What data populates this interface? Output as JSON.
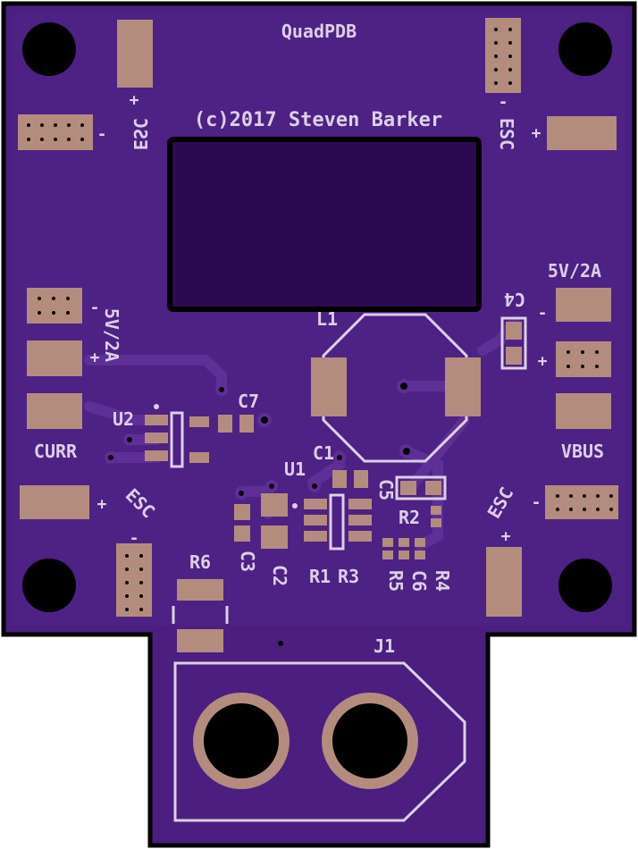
{
  "board": {
    "title": "QuadPDB",
    "copyright": "(c)2017 Steven Barker",
    "colors": {
      "outline": "#000000",
      "board": "#4b1e80",
      "copper": "#5a2b8c",
      "pad": "#b48c7e",
      "silkscreen": "#dcd0e6",
      "hole": "#000000"
    }
  },
  "labels": {
    "esc": "ESC",
    "plus": "+",
    "minus": "-",
    "reg_5v": "5V/2A",
    "curr": "CURR",
    "vbus": "VBUS"
  },
  "designators": {
    "L1": "L1",
    "C1": "C1",
    "C2": "C2",
    "C3": "C3",
    "C4": "C4",
    "C5": "C5",
    "C6": "C6",
    "C7": "C7",
    "U1": "U1",
    "U2": "U2",
    "R1": "R1",
    "R2": "R2",
    "R3": "R3",
    "R4": "R4",
    "R5": "R5",
    "R6": "R6",
    "J1": "J1"
  }
}
